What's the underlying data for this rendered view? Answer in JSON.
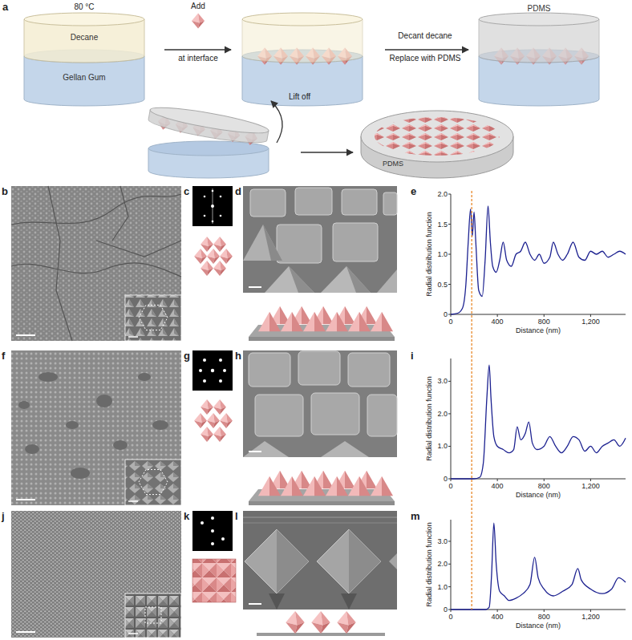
{
  "diagram": {
    "nodes": [
      {
        "text": [
          "Decane"
        ]
      },
      {
        "text": [
          "Gellan Gum"
        ]
      },
      {
        "text": [
          "PDMS"
        ]
      },
      {
        "text": [
          "PDMS"
        ]
      }
    ],
    "labels": [
      "a",
      "80 °C",
      "Add",
      "at interface",
      "Decant decane",
      "Replace with PDMS",
      "Lift off",
      "b",
      "c",
      "d",
      "e",
      "2.0",
      "1.5",
      "1.0",
      "0.5",
      "0",
      "Radial distribution function",
      "0",
      "400",
      "800",
      "1,200",
      "Distance (nm)",
      "f",
      "g",
      "h",
      "i",
      "3.0",
      "2.0",
      "1.0",
      "0",
      "Radial distribution function",
      "0",
      "400",
      "800",
      "1,200",
      "Distance (nm)",
      "j",
      "k",
      "l",
      "m",
      "3.0",
      "2.0",
      "1.0",
      "0",
      "Radial distribution function",
      "0",
      "400",
      "800",
      "1,200",
      "Distance (nm)"
    ]
  }
}
